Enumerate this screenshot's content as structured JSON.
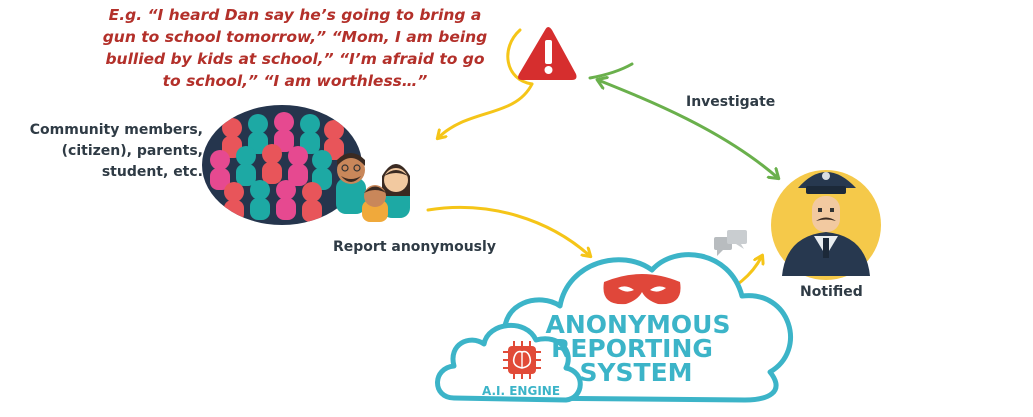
{
  "example_quote": "E.g. “I heard Dan say he’s going to bring a gun to school tomorrow,” “Mom, I am being bullied by kids at school,” “I’m afraid to go to school,” “I am worthless…”",
  "community_label": "Community members, (citizen), parents, student, etc.",
  "investigate_label": "Investigate",
  "report_label": "Report anonymously",
  "notified_label": "Notified",
  "system": {
    "line1": "ANONYMOUS",
    "line2": "REPORTING",
    "line3": "SYSTEM",
    "engine_label": "A.I. ENGINE"
  },
  "colors": {
    "quote_red": "#b3302a",
    "label_dark": "#2f3b45",
    "yellow_arrow": "#f5c518",
    "green_arrow": "#6ab04c",
    "cloud_blue": "#3cb4c8",
    "warning_red": "#d62e2e",
    "police_navy": "#27384f"
  }
}
